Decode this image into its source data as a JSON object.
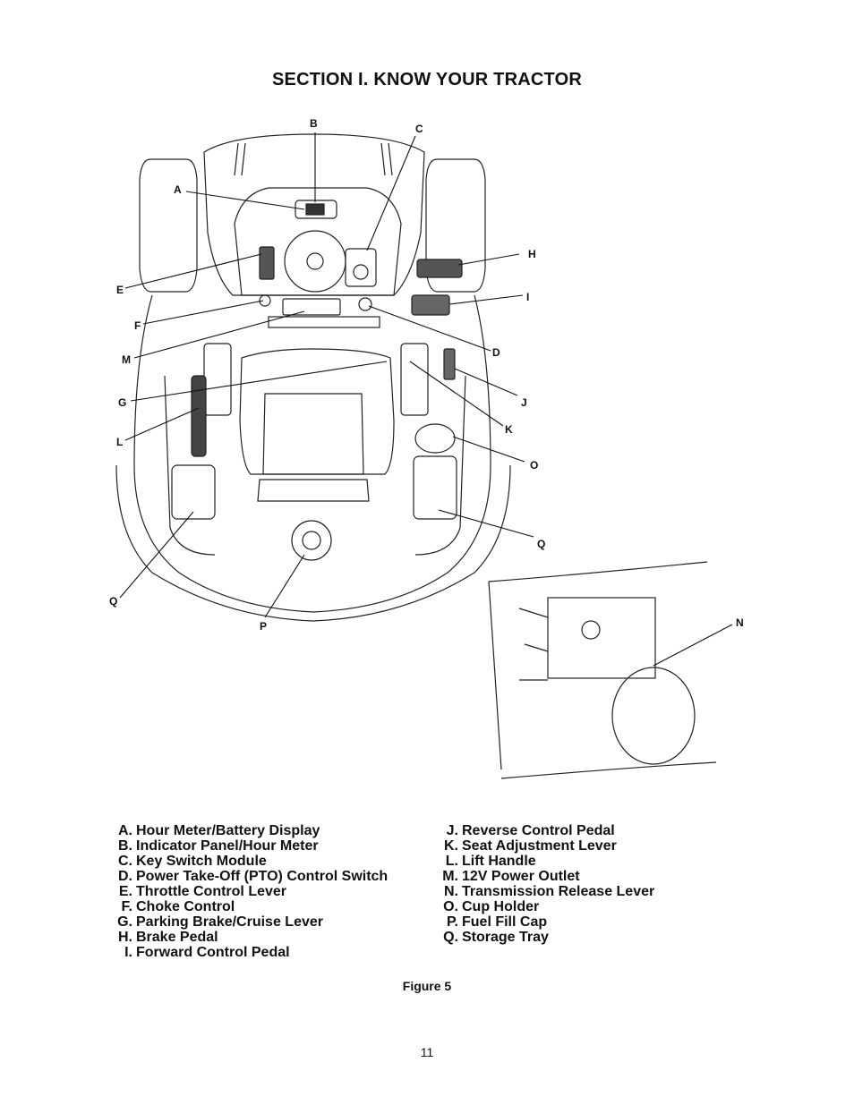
{
  "title": "SECTION I. KNOW YOUR TRACTOR",
  "callouts": {
    "a": "A",
    "b": "B",
    "c": "C",
    "d": "D",
    "e": "E",
    "f": "F",
    "g": "G",
    "h": "H",
    "i": "I",
    "j": "J",
    "k": "K",
    "l": "L",
    "m": "M",
    "n": "N",
    "o": "O",
    "p": "P",
    "q1": "Q",
    "q2": "Q"
  },
  "legend_left": [
    {
      "key": "A.",
      "label": "Hour Meter/Battery Display"
    },
    {
      "key": "B.",
      "label": "Indicator Panel/Hour Meter"
    },
    {
      "key": "C.",
      "label": "Key Switch Module"
    },
    {
      "key": "D.",
      "label": "Power Take-Off (PTO) Control Switch"
    },
    {
      "key": "E.",
      "label": "Throttle Control Lever"
    },
    {
      "key": "F.",
      "label": "Choke Control"
    },
    {
      "key": "G.",
      "label": "Parking Brake/Cruise Lever"
    },
    {
      "key": "H.",
      "label": "Brake Pedal"
    },
    {
      "key": "I.",
      "label": "Forward Control Pedal"
    }
  ],
  "legend_right": [
    {
      "key": "J.",
      "label": "Reverse Control Pedal"
    },
    {
      "key": "K.",
      "label": "Seat Adjustment Lever"
    },
    {
      "key": "L.",
      "label": "Lift Handle"
    },
    {
      "key": "M.",
      "label": "12V Power Outlet"
    },
    {
      "key": "N.",
      "label": "Transmission Release Lever"
    },
    {
      "key": "O.",
      "label": "Cup Holder"
    },
    {
      "key": "P.",
      "label": "Fuel Fill Cap"
    },
    {
      "key": "Q.",
      "label": "Storage Tray"
    }
  ],
  "caption": "Figure 5",
  "page_number": "11"
}
